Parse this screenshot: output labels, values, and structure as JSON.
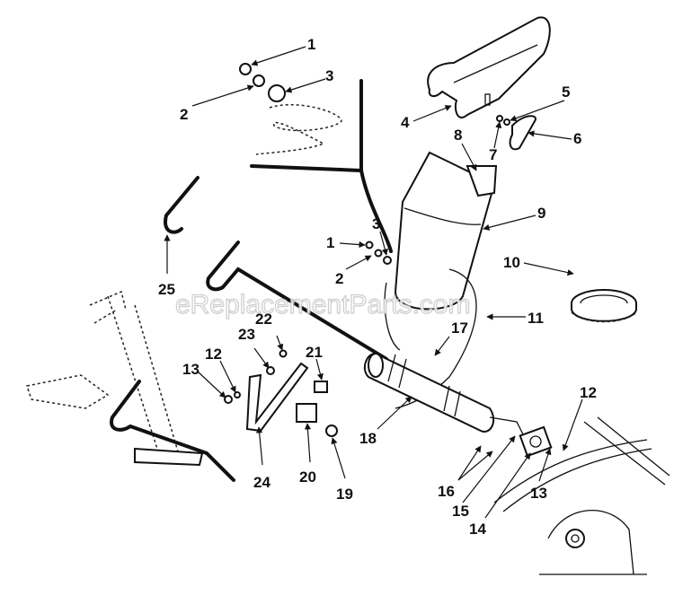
{
  "diagram": {
    "type": "exploded-parts-diagram",
    "watermark": "eReplacementParts.com",
    "callouts": [
      {
        "id": "c1a",
        "label": "1"
      },
      {
        "id": "c2a",
        "label": "2"
      },
      {
        "id": "c3a",
        "label": "3"
      },
      {
        "id": "c4",
        "label": "4"
      },
      {
        "id": "c5",
        "label": "5"
      },
      {
        "id": "c6",
        "label": "6"
      },
      {
        "id": "c7",
        "label": "7"
      },
      {
        "id": "c8",
        "label": "8"
      },
      {
        "id": "c9",
        "label": "9"
      },
      {
        "id": "c10",
        "label": "10"
      },
      {
        "id": "c11",
        "label": "11"
      },
      {
        "id": "c1b",
        "label": "1"
      },
      {
        "id": "c2b",
        "label": "2"
      },
      {
        "id": "c3b",
        "label": "3"
      },
      {
        "id": "c12a",
        "label": "12"
      },
      {
        "id": "c13a",
        "label": "13"
      },
      {
        "id": "c12b",
        "label": "12"
      },
      {
        "id": "c13b",
        "label": "13"
      },
      {
        "id": "c14",
        "label": "14"
      },
      {
        "id": "c15",
        "label": "15"
      },
      {
        "id": "c16",
        "label": "16"
      },
      {
        "id": "c17",
        "label": "17"
      },
      {
        "id": "c18",
        "label": "18"
      },
      {
        "id": "c19",
        "label": "19"
      },
      {
        "id": "c20",
        "label": "20"
      },
      {
        "id": "c21",
        "label": "21"
      },
      {
        "id": "c22",
        "label": "22"
      },
      {
        "id": "c23",
        "label": "23"
      },
      {
        "id": "c24",
        "label": "24"
      },
      {
        "id": "c25",
        "label": "25"
      }
    ]
  }
}
